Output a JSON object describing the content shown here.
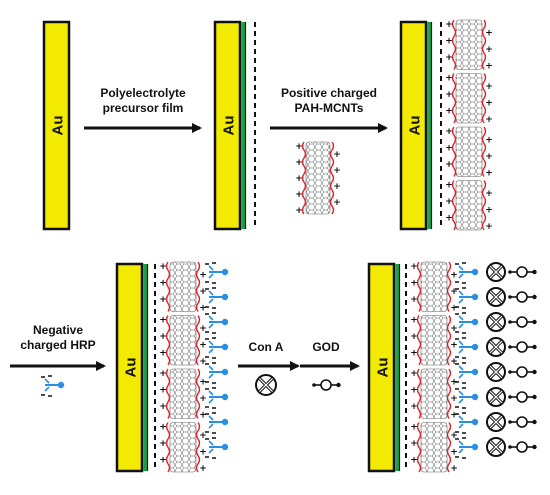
{
  "electrode_label": "Au",
  "step_labels": {
    "step1_line1": "Polyelectrolyte",
    "step1_line2": "precursor film",
    "step2_line1": "Positive charged",
    "step2_line2": "PAH-MCNTs",
    "step3_line1": "Negative",
    "step3_line2": "charged HRP",
    "step4": "Con A",
    "step5": "GOD"
  },
  "colors": {
    "electrode_fill": "#f2ea00",
    "electrode_stroke": "#111111",
    "film_green": "#17a34a",
    "polymer_red": "#e0202a",
    "hrp_blue": "#2a8fe0",
    "ink": "#111111"
  },
  "icons": {
    "arrow": "right-arrow-icon",
    "cnt": "carbon-nanotube-icon",
    "hrp": "hrp-enzyme-icon",
    "cona": "con-a-icon",
    "god": "god-enzyme-icon"
  }
}
